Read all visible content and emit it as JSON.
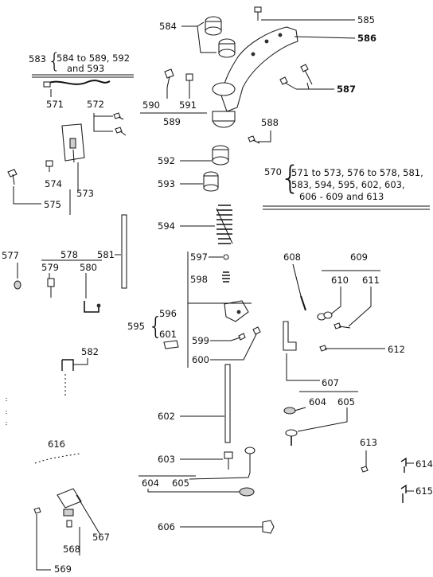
{
  "callouts": {
    "c567": "567",
    "c568": "568",
    "c569": "569",
    "c570": "570",
    "c571": "571",
    "c572": "572",
    "c573": "573",
    "c574": "574",
    "c575": "575",
    "c577": "577",
    "c578": "578",
    "c579": "579",
    "c580": "580",
    "c581": "581",
    "c582": "582",
    "c583": "583",
    "c584": "584",
    "c585": "585",
    "c586": "586",
    "c587": "587",
    "c588": "588",
    "c589": "589",
    "c590": "590",
    "c591": "591",
    "c592": "592",
    "c593": "593",
    "c594": "594",
    "c595": "595",
    "c596": "596",
    "c597": "597",
    "c598": "598",
    "c599": "599",
    "c600": "600",
    "c601": "601",
    "c602": "602",
    "c603": "603",
    "c604a": "604",
    "c605a": "605",
    "c604b": "604",
    "c605b": "605",
    "c606": "606",
    "c607": "607",
    "c608": "608",
    "c609": "609",
    "c610": "610",
    "c611": "611",
    "c612": "612",
    "c613": "613",
    "c614": "614",
    "c615": "615",
    "c616": "616"
  },
  "groups": {
    "g583_line1": "584 to 589, 592",
    "g583_line2": "and  593",
    "g570_line1": "571 to 573, 576 to  578, 581,",
    "g570_line2": "583, 594, 595, 602, 603,",
    "g570_line3": "606 - 609  and  613"
  }
}
